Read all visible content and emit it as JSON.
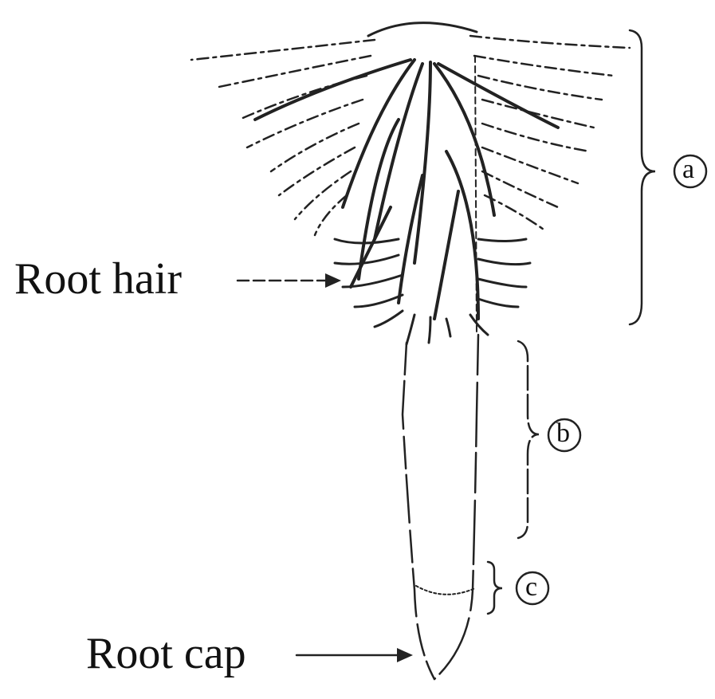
{
  "labels": {
    "root_hair": "Root hair",
    "root_cap": "Root cap"
  },
  "zones": [
    {
      "id": "a",
      "letter": "a"
    },
    {
      "id": "b",
      "letter": "b"
    },
    {
      "id": "c",
      "letter": "c"
    }
  ]
}
